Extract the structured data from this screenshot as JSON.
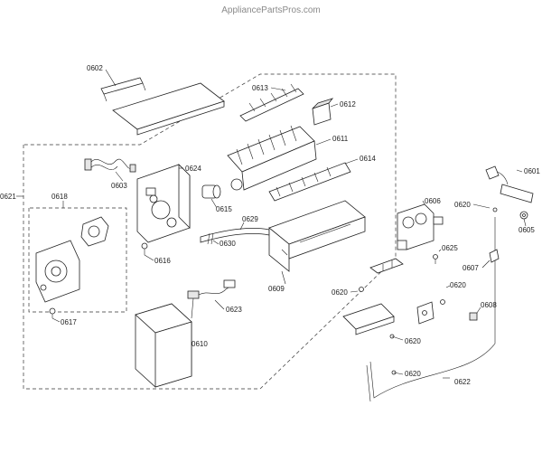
{
  "watermark": "AppliancePartsPros.com",
  "callouts": {
    "c0602": "0602",
    "c0613": "0613",
    "c0612": "0612",
    "c0611": "0611",
    "c0614": "0614",
    "c0624": "0624",
    "c0603": "0603",
    "c0621": "0621",
    "c0618": "0618",
    "c0615": "0615",
    "c0629": "0629",
    "c0630": "0630",
    "c0616": "0616",
    "c0609": "0609",
    "c0606": "0606",
    "c0625": "0625",
    "c0620a": "0620",
    "c0620b": "0620",
    "c0620c": "0620",
    "c0620d": "0620",
    "c0620e": "0620",
    "c0623": "0623",
    "c0617": "0617",
    "c0610": "0610",
    "c0622": "0622",
    "c0601": "0601",
    "c0605": "0605",
    "c0607": "0607",
    "c0608": "0608"
  }
}
